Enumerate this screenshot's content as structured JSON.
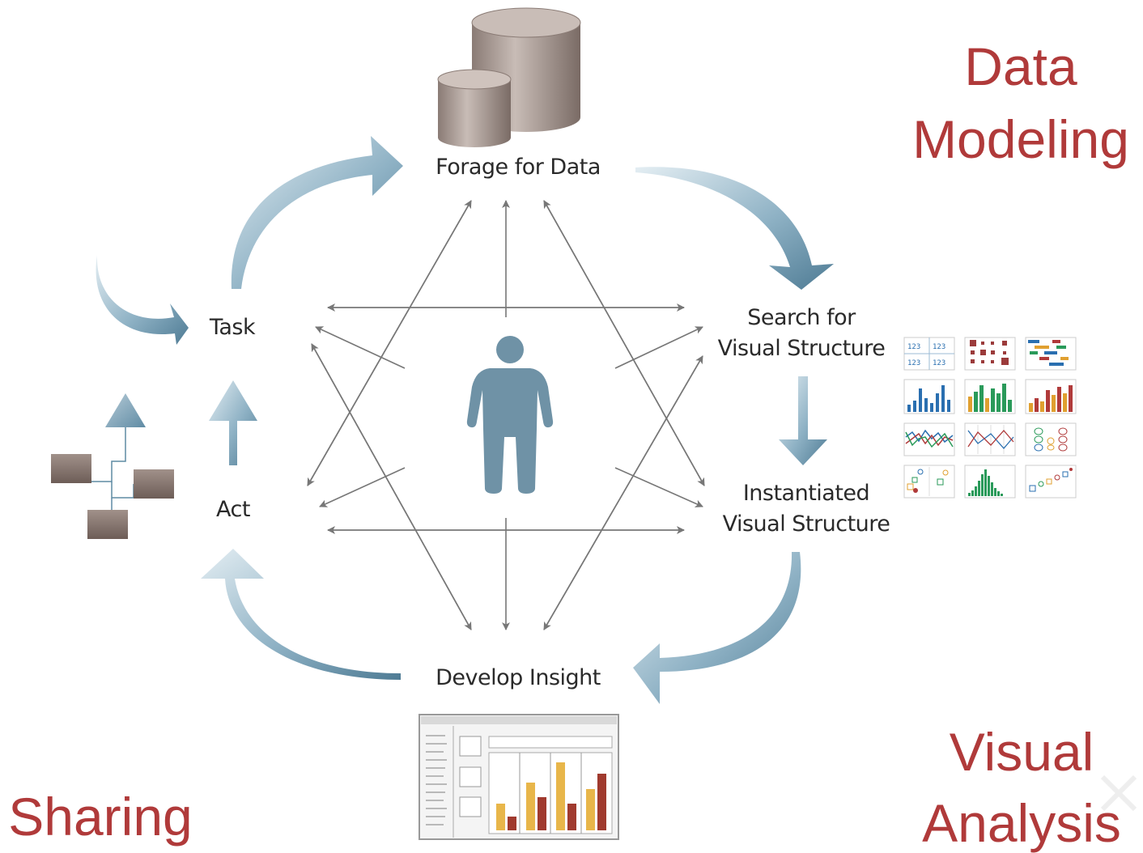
{
  "nodes": {
    "forage": "Forage for Data",
    "search_line1": "Search for",
    "search_line2": "Visual Structure",
    "instantiated_line1": "Instantiated",
    "instantiated_line2": "Visual Structure",
    "insight": "Develop Insight",
    "task": "Task",
    "act": "Act"
  },
  "corners": {
    "data_modeling_line1": "Data",
    "data_modeling_line2": "Modeling",
    "sharing": "Sharing",
    "visual_analysis_line1": "Visual",
    "visual_analysis_line2": "Analysis"
  },
  "thumbnails": {
    "table_text": "123"
  },
  "colors": {
    "corner_text": "#b03a3a",
    "big_arrow": "#5f8ba4",
    "thin_arrow": "#777777",
    "figure": "#6f92a6",
    "database": "#a89a94"
  }
}
